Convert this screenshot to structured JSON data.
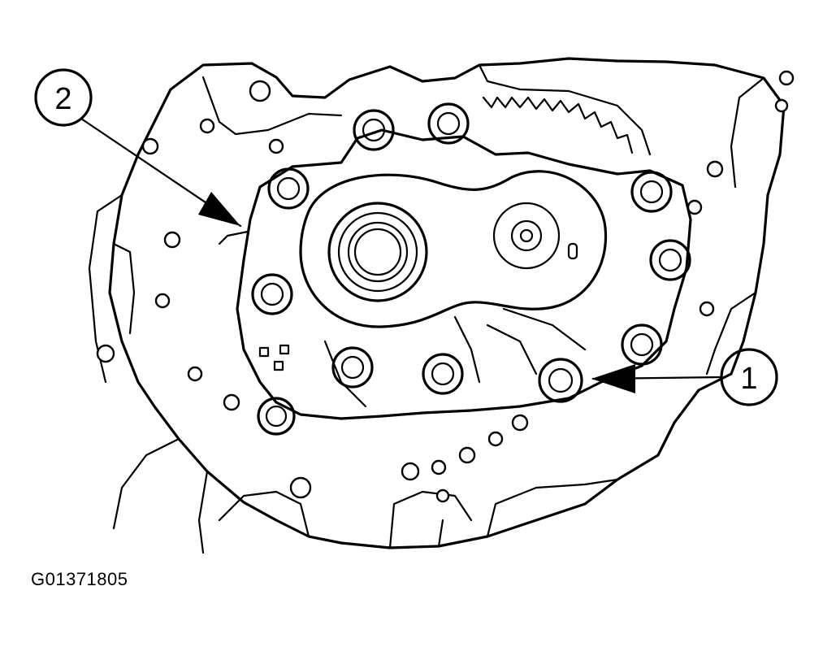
{
  "callouts": [
    {
      "number": "1",
      "target": "pump-bolt"
    },
    {
      "number": "2",
      "target": "pump-housing-edge"
    }
  ],
  "figure_code": "G01371805",
  "colors": {
    "ink": "#000000",
    "paper": "#ffffff"
  }
}
